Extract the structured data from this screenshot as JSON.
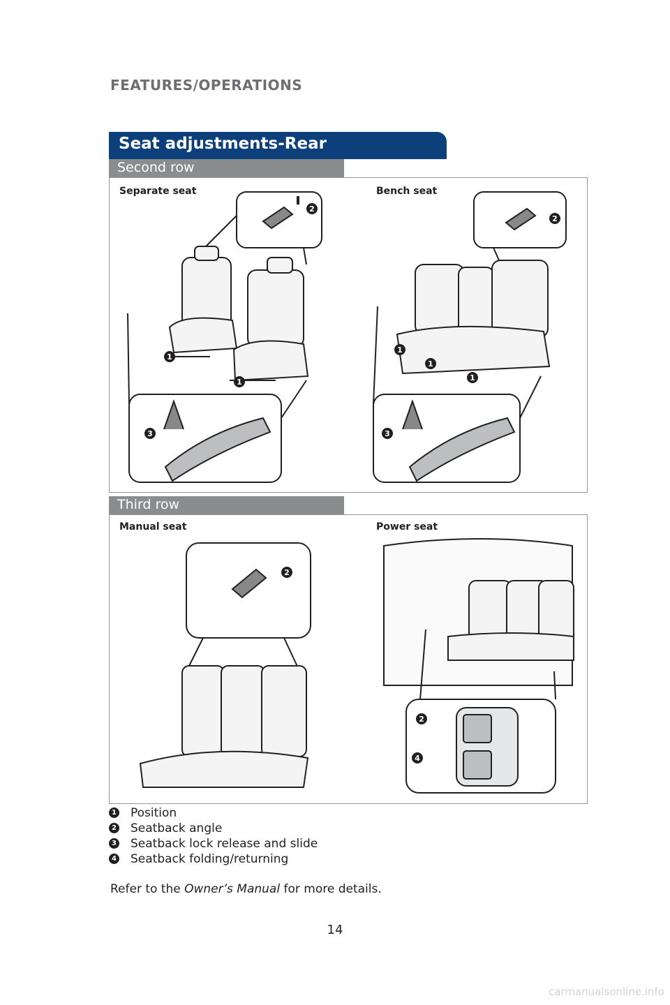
{
  "header": {
    "section_title": "FEATURES/OPERATIONS"
  },
  "title": "Seat adjustments-Rear",
  "second_row": {
    "label": "Second row",
    "left_caption": "Separate seat",
    "right_caption": "Bench seat"
  },
  "third_row": {
    "label": "Third row",
    "left_caption": "Manual seat",
    "right_caption": "Power seat"
  },
  "callouts": {
    "n1": "1",
    "n2": "2",
    "n3": "3",
    "n4": "4"
  },
  "legend": [
    {
      "num": "1",
      "text": "Position"
    },
    {
      "num": "2",
      "text": "Seatback angle"
    },
    {
      "num": "3",
      "text": "Seatback lock release and slide"
    },
    {
      "num": "4",
      "text": "Seatback folding/returning"
    }
  ],
  "refer": {
    "prefix": "Refer to the ",
    "manual": "Owner’s Manual",
    "suffix": " for more details."
  },
  "page_number": "14",
  "watermark": "carmanualsonline.info",
  "colors": {
    "title_bg": "#0d3f7a",
    "row_bar_bg": "#8a8c8e",
    "header_text": "#6d6e71"
  }
}
